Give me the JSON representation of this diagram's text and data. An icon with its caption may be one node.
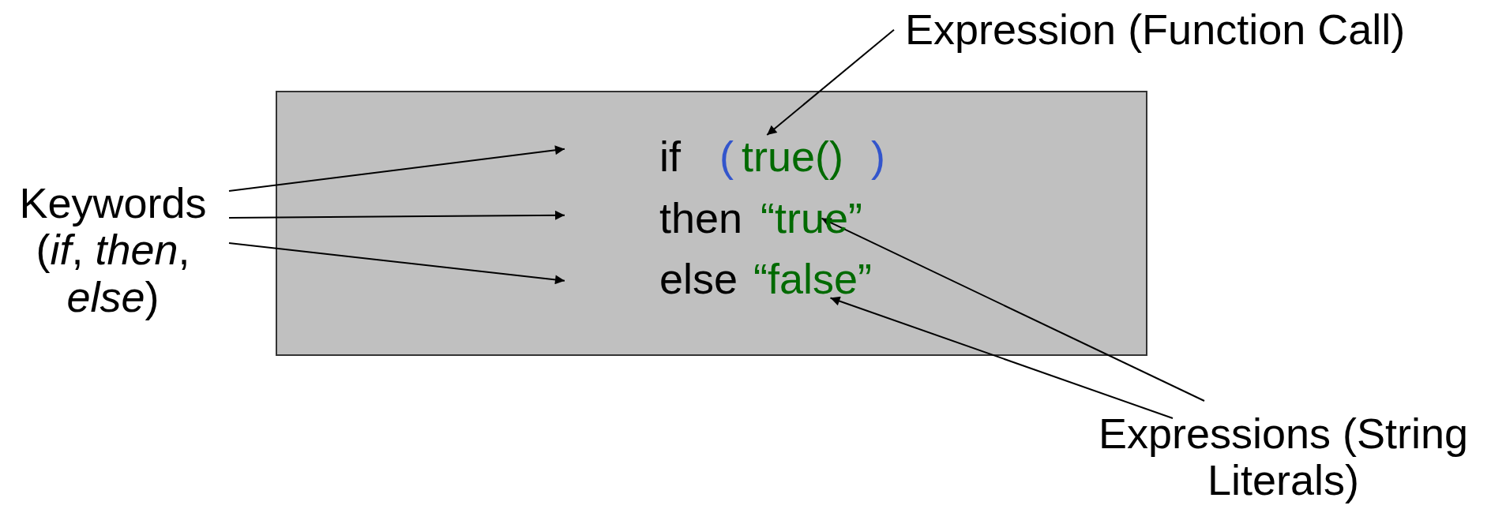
{
  "diagram": {
    "nodes": [
      {
        "text": [],
        "shape": "box"
      },
      {
        "text": [
          "if"
        ],
        "in": 0
      },
      {
        "text": [
          "true()"
        ],
        "in": 0
      },
      {
        "text": [
          "then"
        ],
        "in": 0
      },
      {
        "text": [
          "“true”"
        ],
        "in": 0
      },
      {
        "text": [
          "else"
        ],
        "in": 0
      },
      {
        "text": [
          "“false”"
        ],
        "in": 0
      },
      {
        "text": [
          "Keywords (*if*, *then*, *else*)"
        ]
      },
      {
        "text": [
          "Expression (Function Call)"
        ]
      },
      {
        "text": [
          "Expressions (String Literals)"
        ]
      }
    ],
    "edges": [
      {
        "from": 7,
        "to": 1,
        "arrow": "to"
      },
      {
        "from": 7,
        "to": 3,
        "arrow": "to"
      },
      {
        "from": 7,
        "to": 5,
        "arrow": "to"
      },
      {
        "from": 8,
        "to": 2,
        "arrow": "to"
      },
      {
        "from": 9,
        "to": 4,
        "arrow": "to"
      },
      {
        "from": 9,
        "to": 6,
        "arrow": "to"
      }
    ],
    "labels": [
      "(",
      ")"
    ]
  }
}
